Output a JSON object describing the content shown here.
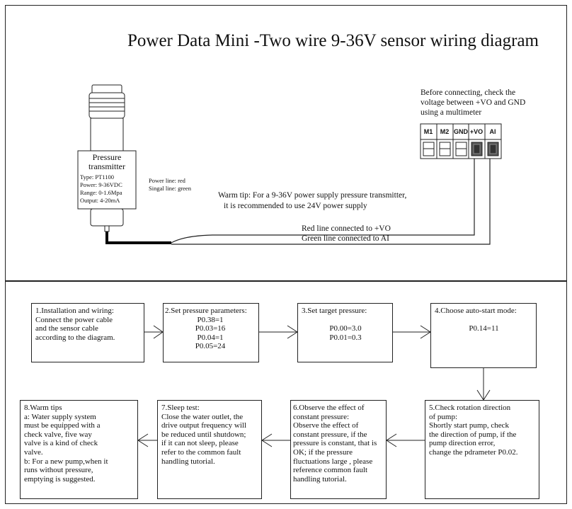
{
  "title": "Power Data Mini -Two wire 9-36V sensor wiring diagram",
  "sensor": {
    "name_line1": "Pressure",
    "name_line2": "transmitter",
    "specs": [
      "Type:   PT1100",
      "Power:  9-36VDC",
      "Range:  0-1.6Mpa",
      "Output: 4-20mA"
    ]
  },
  "line_legend": [
    "Power line:  red",
    "Singal line:  green"
  ],
  "warm_tip": [
    "Warm tip: For a 9-36V power supply pressure transmitter,",
    "it is recommended to use 24V power supply"
  ],
  "pre_check": [
    "Before connecting, check the",
    "voltage between +VO and GND",
    "using a multimeter"
  ],
  "terminals": [
    "M1",
    "M2",
    "GND",
    "+VO",
    "AI"
  ],
  "wires": {
    "red": "Red line connected to +VO",
    "green": "Green line connected to AI"
  },
  "steps": [
    {
      "lines": [
        "1.Installation and wiring:",
        "Connect the  power cable",
        "and the sensor cable",
        "according to the diagram."
      ]
    },
    {
      "lines": [
        "2.Set pressure parameters:",
        "P0.38=1",
        "P0.03=16",
        "P0.04=1",
        "P0.05=24"
      ]
    },
    {
      "lines": [
        "3.Set target pressure:",
        "",
        "P0.00=3.0",
        "P0.01=0.3"
      ]
    },
    {
      "lines": [
        "4.Choose auto-start mode:",
        "",
        "P0.14=11"
      ]
    },
    {
      "lines": [
        "5.Check rotation direction",
        "of pump:",
        "Shortly start pump, check",
        "the direction of pump, if the",
        "pump direction error,",
        "change the pdrameter P0.02."
      ]
    },
    {
      "lines": [
        "6.Observe the effect of",
        "constant pressure:",
        "Observe the effect of",
        "constant pressure, if the",
        "pressure is constant, that is",
        "OK; if the pressure",
        "fluctuations  large , please",
        "reference common fault",
        "handling tutorial."
      ]
    },
    {
      "lines": [
        "7.Sleep test:",
        "Close the water outlet, the",
        "drive output frequency will",
        "be reduced until shutdown;",
        "if it can not sleep, please",
        "refer to the common fault",
        "handling tutorial."
      ]
    },
    {
      "lines": [
        "8.Warm tips",
        "a: Water supply system",
        "must be equipped with a",
        "check valve, five way",
        "valve is a kind of check",
        "valve.",
        "b: For a new pump,when it",
        "runs without pressure,",
        "emptying is suggested."
      ]
    }
  ]
}
